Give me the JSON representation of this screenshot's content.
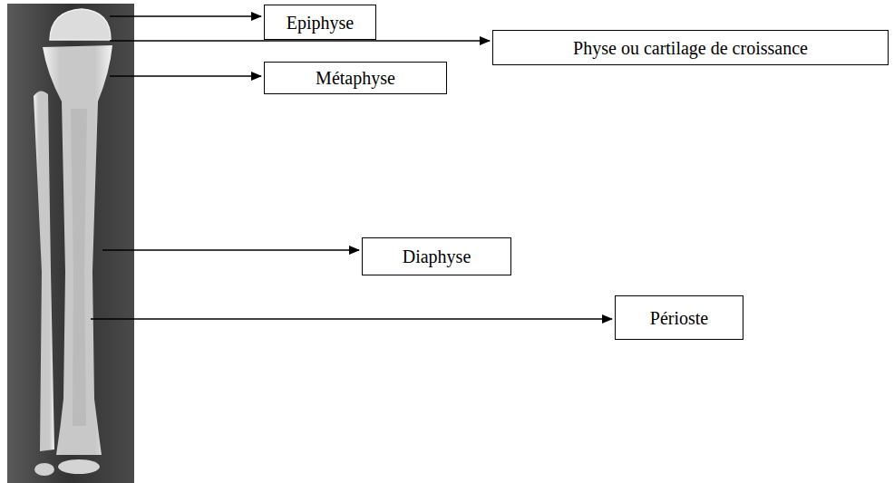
{
  "diagram": {
    "nodes": [
      {
        "text": [
          "Epiphyse"
        ]
      },
      {
        "text": [
          "Physe ou cartilage de croissance"
        ]
      },
      {
        "text": [
          "Métaphyse"
        ]
      },
      {
        "text": [
          "Diaphyse"
        ]
      },
      {
        "text": [
          "Périoste"
        ]
      }
    ]
  }
}
